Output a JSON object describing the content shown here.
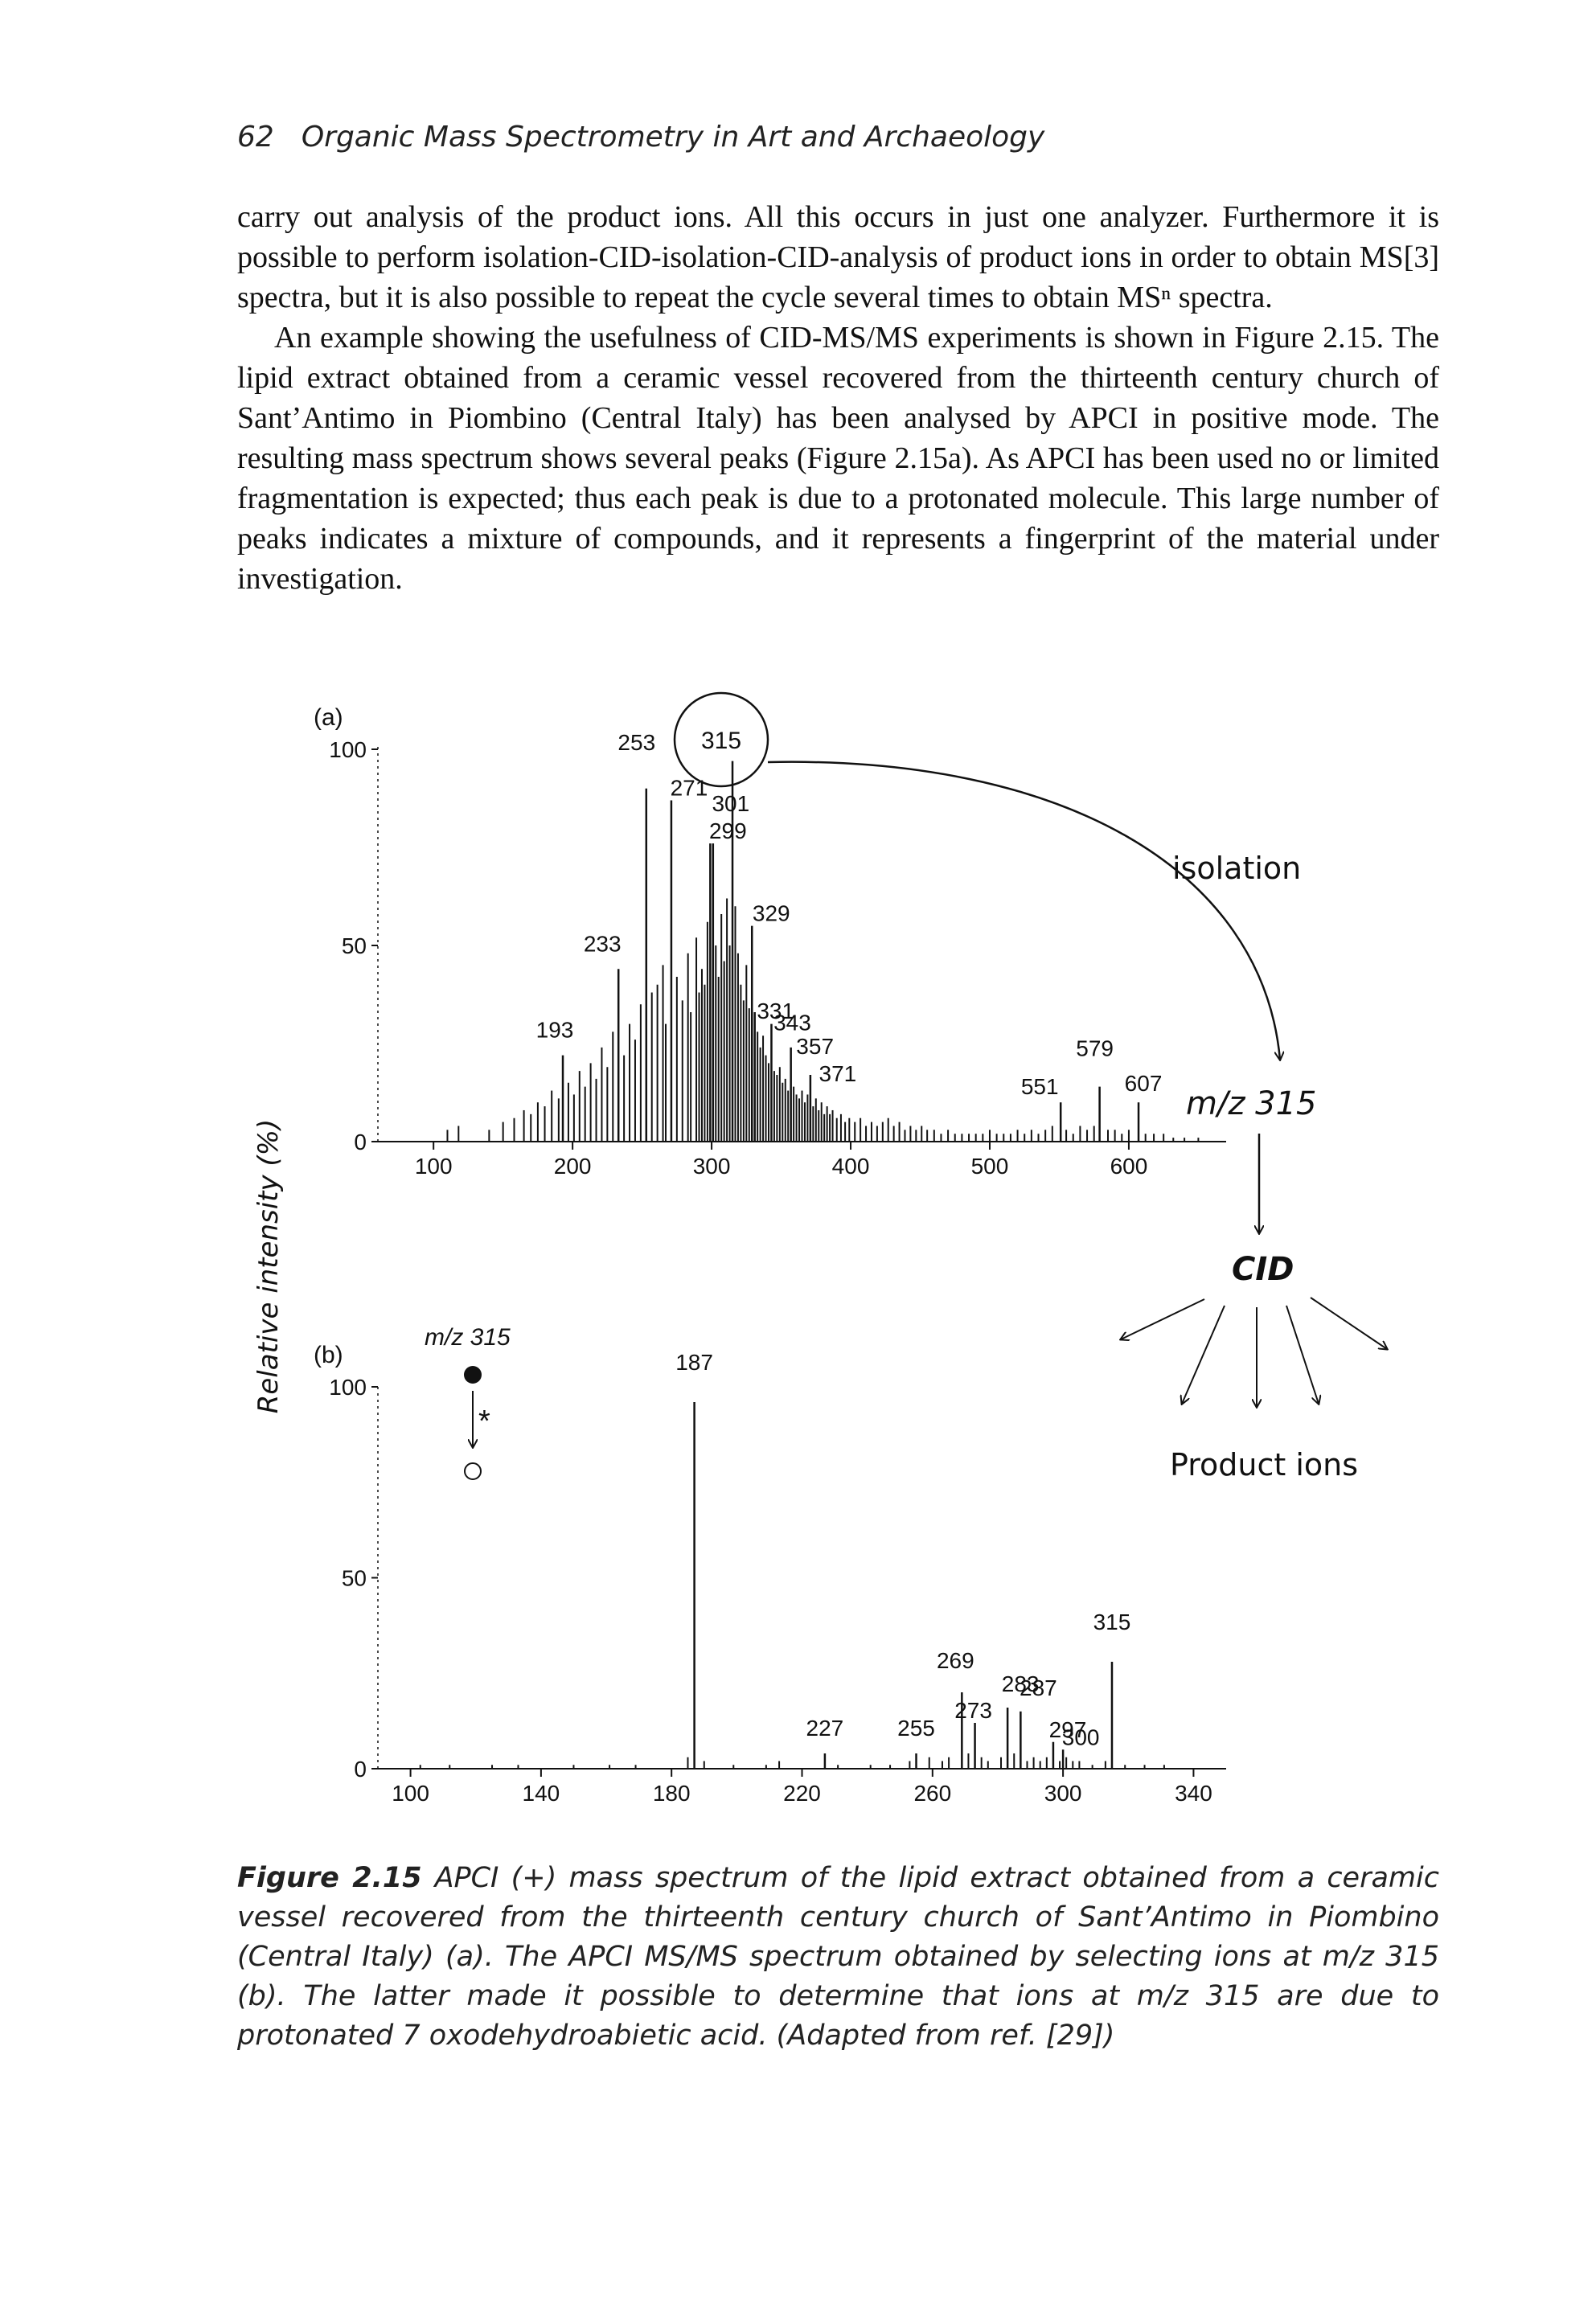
{
  "header": {
    "page_number": "62",
    "running_title": "Organic Mass Spectrometry in Art and Archaeology"
  },
  "body": {
    "paragraphs": [
      "carry out analysis of the product ions. All this occurs in just one analyzer. Furthermore it is possible to perform isolation-CID-isolation-CID-analysis of product ions in order to obtain MS[3] spectra, but it is also possible to repeat the cycle several times to obtain MSⁿ spectra.",
      "An example showing the usefulness of CID-MS/MS experiments is shown in Figure 2.15. The lipid extract obtained from a ceramic vessel recovered from the thirteenth century church of Sant’Antimo in Piombino (Central Italy) has been analysed by APCI in positive mode. The resulting mass spectrum shows several peaks (Figure 2.15a). As APCI has been used no or limited fragmentation is expected; thus each peak is due to a protonated molecule. This large number of peaks indicates a mixture of compounds, and it represents a fingerprint of the material under investigation."
    ]
  },
  "figure": {
    "ylabel": "Relative intensity (%)",
    "annotations": {
      "isolation": "isolation",
      "mz315": "m/z 315",
      "cid": "CID",
      "product_ions": "Product ions",
      "mz315_small": "m/z 315",
      "star": "*"
    },
    "colors": {
      "ink": "#111111",
      "paper": "#ffffff"
    }
  },
  "chart_data": [
    {
      "type": "bar",
      "panel": "(a)",
      "title": "",
      "xlabel": "",
      "ylabel": "Relative intensity (%)",
      "xlim": [
        60,
        670
      ],
      "ylim": [
        0,
        100
      ],
      "xticks": [
        100,
        200,
        300,
        400,
        500,
        600
      ],
      "yticks": [
        0,
        50,
        100
      ],
      "grid": false,
      "circled_peak": "315",
      "labeled_peaks": [
        {
          "x": 193,
          "y": 22,
          "label": "193"
        },
        {
          "x": 233,
          "y": 44,
          "label": "233"
        },
        {
          "x": 253,
          "y": 90,
          "label": "253"
        },
        {
          "x": 271,
          "y": 87,
          "label": "271"
        },
        {
          "x": 299,
          "y": 76,
          "label": "299"
        },
        {
          "x": 301,
          "y": 76,
          "label": "301"
        },
        {
          "x": 315,
          "y": 97,
          "label": "315"
        },
        {
          "x": 329,
          "y": 55,
          "label": "329"
        },
        {
          "x": 331,
          "y": 33,
          "label": "331"
        },
        {
          "x": 343,
          "y": 30,
          "label": "343"
        },
        {
          "x": 357,
          "y": 24,
          "label": "357"
        },
        {
          "x": 371,
          "y": 17,
          "label": "371"
        },
        {
          "x": 551,
          "y": 10,
          "label": "551"
        },
        {
          "x": 579,
          "y": 14,
          "label": "579"
        },
        {
          "x": 607,
          "y": 10,
          "label": "607"
        }
      ],
      "minor_peaks": [
        [
          110,
          3
        ],
        [
          118,
          4
        ],
        [
          140,
          3
        ],
        [
          150,
          5
        ],
        [
          158,
          6
        ],
        [
          165,
          8
        ],
        [
          170,
          7
        ],
        [
          175,
          10
        ],
        [
          180,
          9
        ],
        [
          185,
          13
        ],
        [
          190,
          11
        ],
        [
          197,
          15
        ],
        [
          201,
          12
        ],
        [
          205,
          18
        ],
        [
          209,
          14
        ],
        [
          213,
          20
        ],
        [
          217,
          16
        ],
        [
          221,
          24
        ],
        [
          225,
          19
        ],
        [
          229,
          28
        ],
        [
          237,
          22
        ],
        [
          241,
          30
        ],
        [
          245,
          26
        ],
        [
          249,
          35
        ],
        [
          257,
          38
        ],
        [
          261,
          40
        ],
        [
          265,
          45
        ],
        [
          267,
          30
        ],
        [
          275,
          42
        ],
        [
          279,
          36
        ],
        [
          283,
          48
        ],
        [
          285,
          33
        ],
        [
          289,
          52
        ],
        [
          291,
          38
        ],
        [
          293,
          44
        ],
        [
          295,
          40
        ],
        [
          297,
          56
        ],
        [
          303,
          50
        ],
        [
          305,
          42
        ],
        [
          307,
          58
        ],
        [
          309,
          46
        ],
        [
          311,
          62
        ],
        [
          313,
          50
        ],
        [
          317,
          60
        ],
        [
          319,
          48
        ],
        [
          321,
          40
        ],
        [
          323,
          36
        ],
        [
          325,
          45
        ],
        [
          327,
          34
        ],
        [
          333,
          28
        ],
        [
          335,
          24
        ],
        [
          337,
          27
        ],
        [
          339,
          22
        ],
        [
          341,
          20
        ],
        [
          345,
          18
        ],
        [
          347,
          17
        ],
        [
          349,
          19
        ],
        [
          351,
          15
        ],
        [
          353,
          16
        ],
        [
          355,
          13
        ],
        [
          359,
          14
        ],
        [
          361,
          12
        ],
        [
          363,
          11
        ],
        [
          365,
          13
        ],
        [
          367,
          10
        ],
        [
          369,
          12
        ],
        [
          373,
          9
        ],
        [
          375,
          11
        ],
        [
          377,
          8
        ],
        [
          379,
          10
        ],
        [
          381,
          7
        ],
        [
          383,
          9
        ],
        [
          385,
          7
        ],
        [
          387,
          8
        ],
        [
          390,
          6
        ],
        [
          393,
          7
        ],
        [
          396,
          5
        ],
        [
          399,
          6
        ],
        [
          403,
          5
        ],
        [
          407,
          6
        ],
        [
          411,
          4
        ],
        [
          415,
          5
        ],
        [
          419,
          4
        ],
        [
          423,
          5
        ],
        [
          427,
          6
        ],
        [
          431,
          4
        ],
        [
          435,
          5
        ],
        [
          439,
          3
        ],
        [
          443,
          4
        ],
        [
          447,
          3
        ],
        [
          451,
          4
        ],
        [
          455,
          3
        ],
        [
          460,
          3
        ],
        [
          465,
          2
        ],
        [
          470,
          3
        ],
        [
          475,
          2
        ],
        [
          480,
          2
        ],
        [
          485,
          2
        ],
        [
          490,
          2
        ],
        [
          495,
          2
        ],
        [
          500,
          3
        ],
        [
          505,
          2
        ],
        [
          510,
          2
        ],
        [
          515,
          2
        ],
        [
          520,
          3
        ],
        [
          525,
          2
        ],
        [
          530,
          3
        ],
        [
          535,
          2
        ],
        [
          540,
          3
        ],
        [
          545,
          4
        ],
        [
          555,
          3
        ],
        [
          560,
          2
        ],
        [
          565,
          4
        ],
        [
          570,
          3
        ],
        [
          575,
          4
        ],
        [
          585,
          3
        ],
        [
          590,
          3
        ],
        [
          595,
          2
        ],
        [
          600,
          3
        ],
        [
          612,
          2
        ],
        [
          618,
          2
        ],
        [
          625,
          2
        ],
        [
          632,
          1
        ],
        [
          640,
          1
        ],
        [
          650,
          1
        ]
      ]
    },
    {
      "type": "bar",
      "panel": "(b)",
      "title": "",
      "xlabel": "",
      "ylabel": "Relative intensity (%)",
      "xlim": [
        90,
        350
      ],
      "ylim": [
        0,
        100
      ],
      "xticks": [
        100,
        140,
        180,
        220,
        260,
        300,
        340
      ],
      "yticks": [
        0,
        50,
        100
      ],
      "grid": false,
      "precursor": "m/z 315",
      "labeled_peaks": [
        {
          "x": 187,
          "y": 96,
          "label": "187"
        },
        {
          "x": 227,
          "y": 4,
          "label": "227"
        },
        {
          "x": 255,
          "y": 4,
          "label": "255"
        },
        {
          "x": 269,
          "y": 20,
          "label": "269"
        },
        {
          "x": 273,
          "y": 12,
          "label": "273"
        },
        {
          "x": 283,
          "y": 16,
          "label": "283"
        },
        {
          "x": 287,
          "y": 15,
          "label": "287"
        },
        {
          "x": 297,
          "y": 7,
          "label": "297"
        },
        {
          "x": 300,
          "y": 5,
          "label": "300"
        },
        {
          "x": 315,
          "y": 28,
          "label": "315"
        }
      ],
      "minor_peaks": [
        [
          103,
          1
        ],
        [
          112,
          1
        ],
        [
          125,
          1
        ],
        [
          133,
          1
        ],
        [
          150,
          1
        ],
        [
          161,
          1
        ],
        [
          169,
          1
        ],
        [
          185,
          3
        ],
        [
          190,
          2
        ],
        [
          199,
          1
        ],
        [
          209,
          1
        ],
        [
          213,
          2
        ],
        [
          231,
          1
        ],
        [
          241,
          1
        ],
        [
          247,
          1
        ],
        [
          253,
          2
        ],
        [
          259,
          3
        ],
        [
          263,
          2
        ],
        [
          265,
          3
        ],
        [
          271,
          4
        ],
        [
          275,
          3
        ],
        [
          277,
          2
        ],
        [
          281,
          3
        ],
        [
          285,
          4
        ],
        [
          289,
          2
        ],
        [
          291,
          3
        ],
        [
          293,
          2
        ],
        [
          295,
          3
        ],
        [
          299,
          2
        ],
        [
          301,
          3
        ],
        [
          303,
          2
        ],
        [
          305,
          2
        ],
        [
          309,
          1
        ],
        [
          313,
          2
        ],
        [
          319,
          1
        ],
        [
          325,
          1
        ],
        [
          331,
          1
        ]
      ]
    }
  ],
  "caption": {
    "label": "Figure 2.15",
    "text": "APCI (+) mass spectrum of the lipid extract obtained from a ceramic vessel recovered from the thirteenth century church of Sant’Antimo in Piombino (Central Italy) (a). The APCI MS/MS spectrum obtained by selecting ions at m/z 315 (b). The latter made it possible to determine that ions at m/z 315 are due to protonated 7 oxodehydroabietic acid. (Adapted from ref. [29])"
  }
}
